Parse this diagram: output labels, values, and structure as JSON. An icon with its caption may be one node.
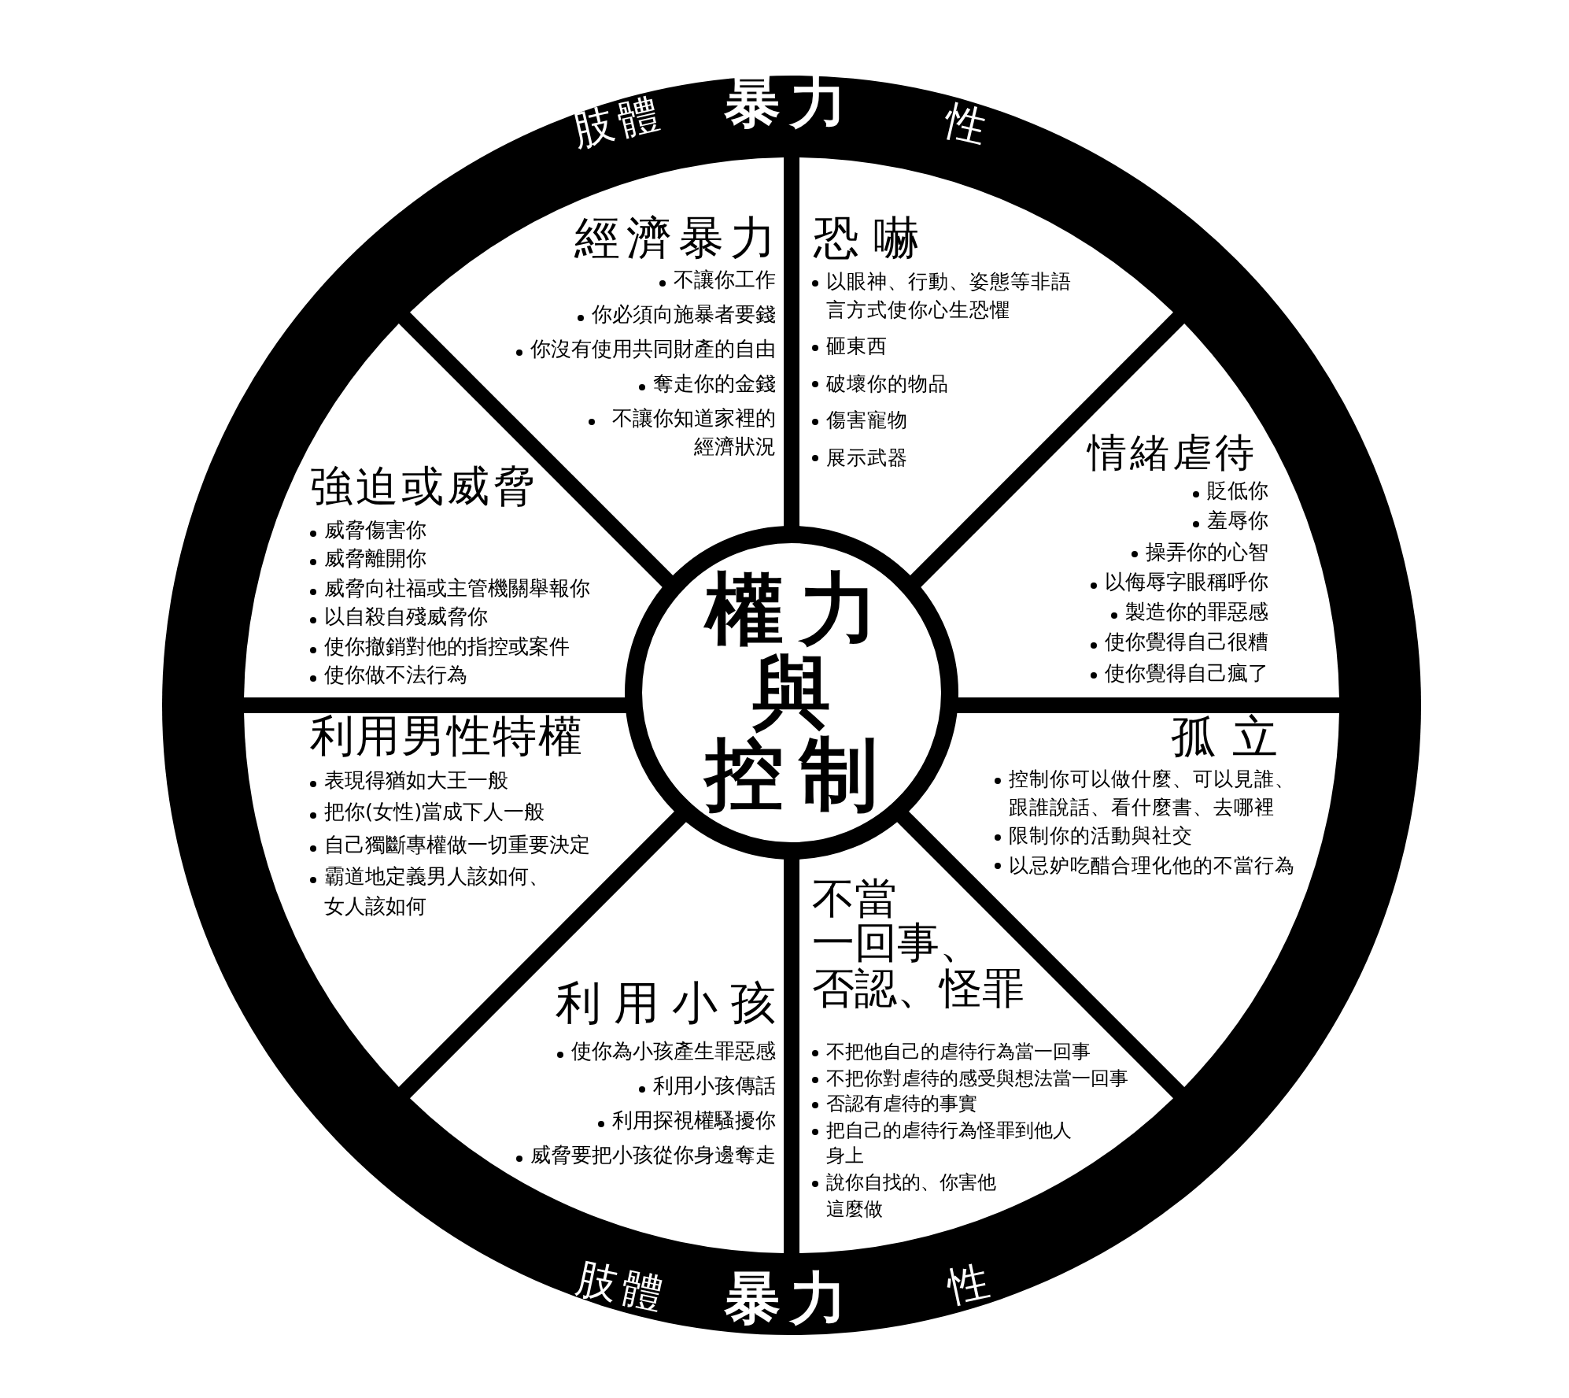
{
  "diagram": {
    "nodes": [
      {
        "text": [
          "肢體",
          "暴力",
          "性",
          "肢體",
          "暴力",
          "性"
        ]
      },
      {
        "text": [
          "經濟暴力",
          "不讓你工作",
          "你必須向施暴者要錢",
          "你沒有使用共同財產的自由",
          "奪走你的金錢",
          "不讓你知道家裡的經濟狀況"
        ],
        "in": 0
      },
      {
        "text": [
          "恐嚇",
          "以眼神、行動、姿態等非語言方式使你心生恐懼",
          "砸東西",
          "破壞你的物品",
          "傷害寵物",
          "展示武器"
        ],
        "in": 0
      },
      {
        "text": [
          "情緒虐待",
          "貶低你",
          "羞辱你",
          "操弄你的心智",
          "以侮辱字眼稱呼你",
          "製造你的罪惡感",
          "使你覺得自己很糟",
          "使你覺得自己瘋了"
        ],
        "in": 0
      },
      {
        "text": [
          "強迫或威脅",
          "威脅傷害你",
          "威脅離開你",
          "威脅向社福或主管機關舉報你",
          "以自殺自殘威脅你",
          "使你撤銷對他的指控或案件",
          "使你做不法行為"
        ],
        "in": 0
      },
      {
        "text": [
          "權力與控制"
        ],
        "in": 0
      },
      {
        "text": [
          "利用男性特權",
          "表現得猶如大王一般",
          "把你(女性)當成下人一般",
          "自己獨斷專權做一切重要決定",
          "霸道地定義男人該如何、女人該如何"
        ],
        "in": 0
      },
      {
        "text": [
          "孤立",
          "控制你可以做什麼、可以見誰、跟誰說話、看什麼書、去哪裡",
          "限制你的活動與社交",
          "以忌妒吃醋合理化他的不當行為"
        ],
        "in": 0
      },
      {
        "text": [
          "不當一回事、否認、怪罪",
          "不把他自己的虐待行為當一回事",
          "不把你對虐待的感受與想法當一回事",
          "否認有虐待的事實",
          "把自己的虐待行為怪罪到他人身上",
          "說你自找的、你害他這麼做"
        ],
        "in": 0
      },
      {
        "text": [
          "利用小孩",
          "使你為小孩產生罪惡感",
          "利用小孩傳話",
          "利用探視權騷擾你",
          "威脅要把小孩從你身邊奪走"
        ],
        "in": 0
      }
    ]
  }
}
